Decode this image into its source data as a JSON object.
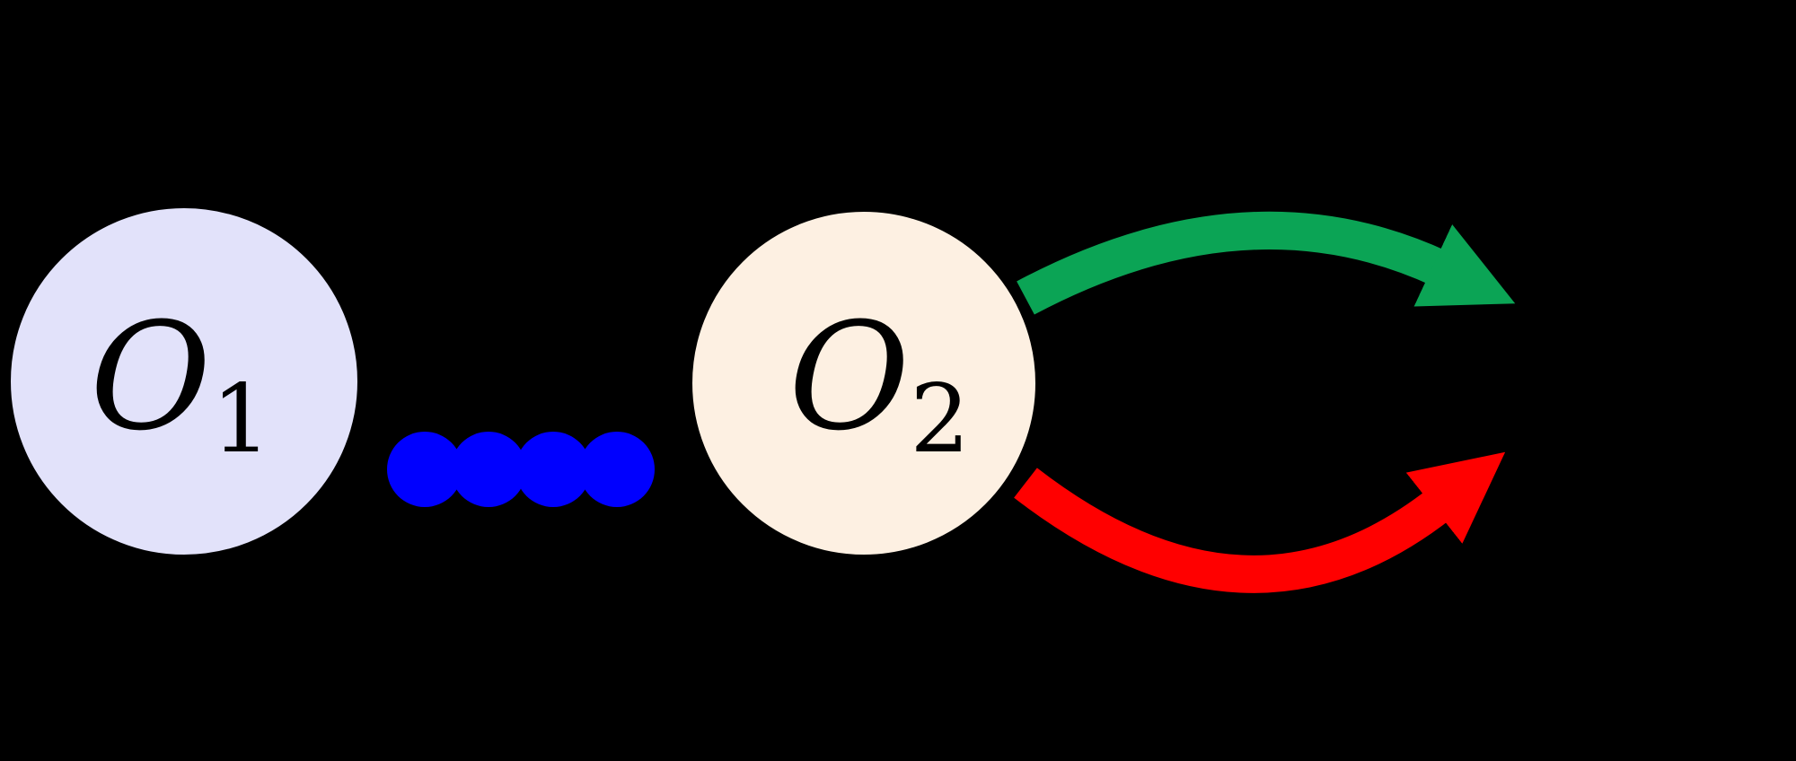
{
  "diagram": {
    "background_color": "#000000",
    "nodes": [
      {
        "id": "o1",
        "label_base": "O",
        "label_sub": "1",
        "fill_color": "#e2e2fa",
        "border_color": "#000000"
      },
      {
        "id": "o2",
        "label_base": "O",
        "label_sub": "2",
        "fill_color": "#fdf0e2",
        "border_color": "#000000"
      }
    ],
    "connectors": [
      {
        "id": "dotted-link",
        "type": "thick-dotted-line",
        "from": "o1",
        "to": "o2",
        "color": "#0000ff"
      },
      {
        "id": "green-arrow",
        "type": "curved-arrow-up-right",
        "from": "o2",
        "color": "#0ba455"
      },
      {
        "id": "red-arrow",
        "type": "curved-arrow-down-right",
        "from": "o2",
        "color": "#ff0000"
      }
    ]
  }
}
